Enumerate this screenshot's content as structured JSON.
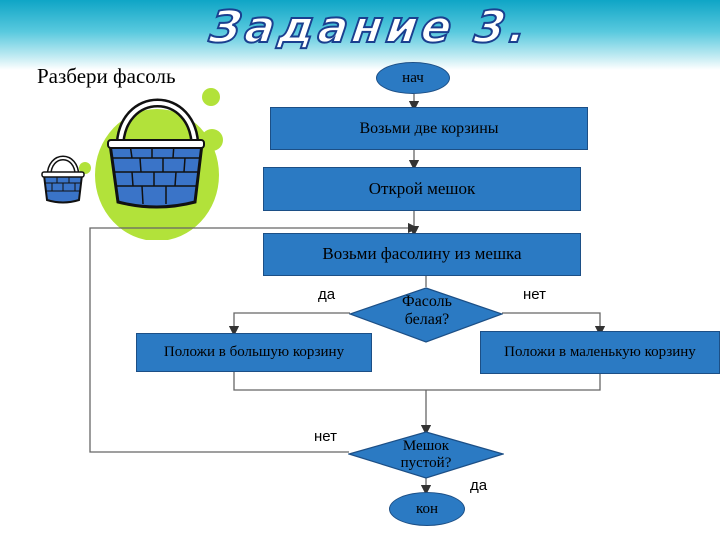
{
  "slide": {
    "title": "Задание 3.",
    "subtitle": "Разбери фасоль"
  },
  "flowchart": {
    "start": "нач",
    "step1": "Возьми две корзины",
    "step2": "Открой мешок",
    "step3": "Возьми фасолину из мешка",
    "decision1": "Фасоль белая?",
    "decision1_yes": "да",
    "decision1_no": "нет",
    "action_yes": "Положи в большую корзину",
    "action_no": "Положи в маленькую корзину",
    "decision2": "Мешок пустой?",
    "decision2_no": "нет",
    "decision2_yes": "да",
    "end": "кон"
  },
  "colors": {
    "box_fill": "#2b7ac3",
    "header_gradient": "#0fa5c6",
    "basket": "#3a74c8",
    "blob": "#b2e23a"
  }
}
